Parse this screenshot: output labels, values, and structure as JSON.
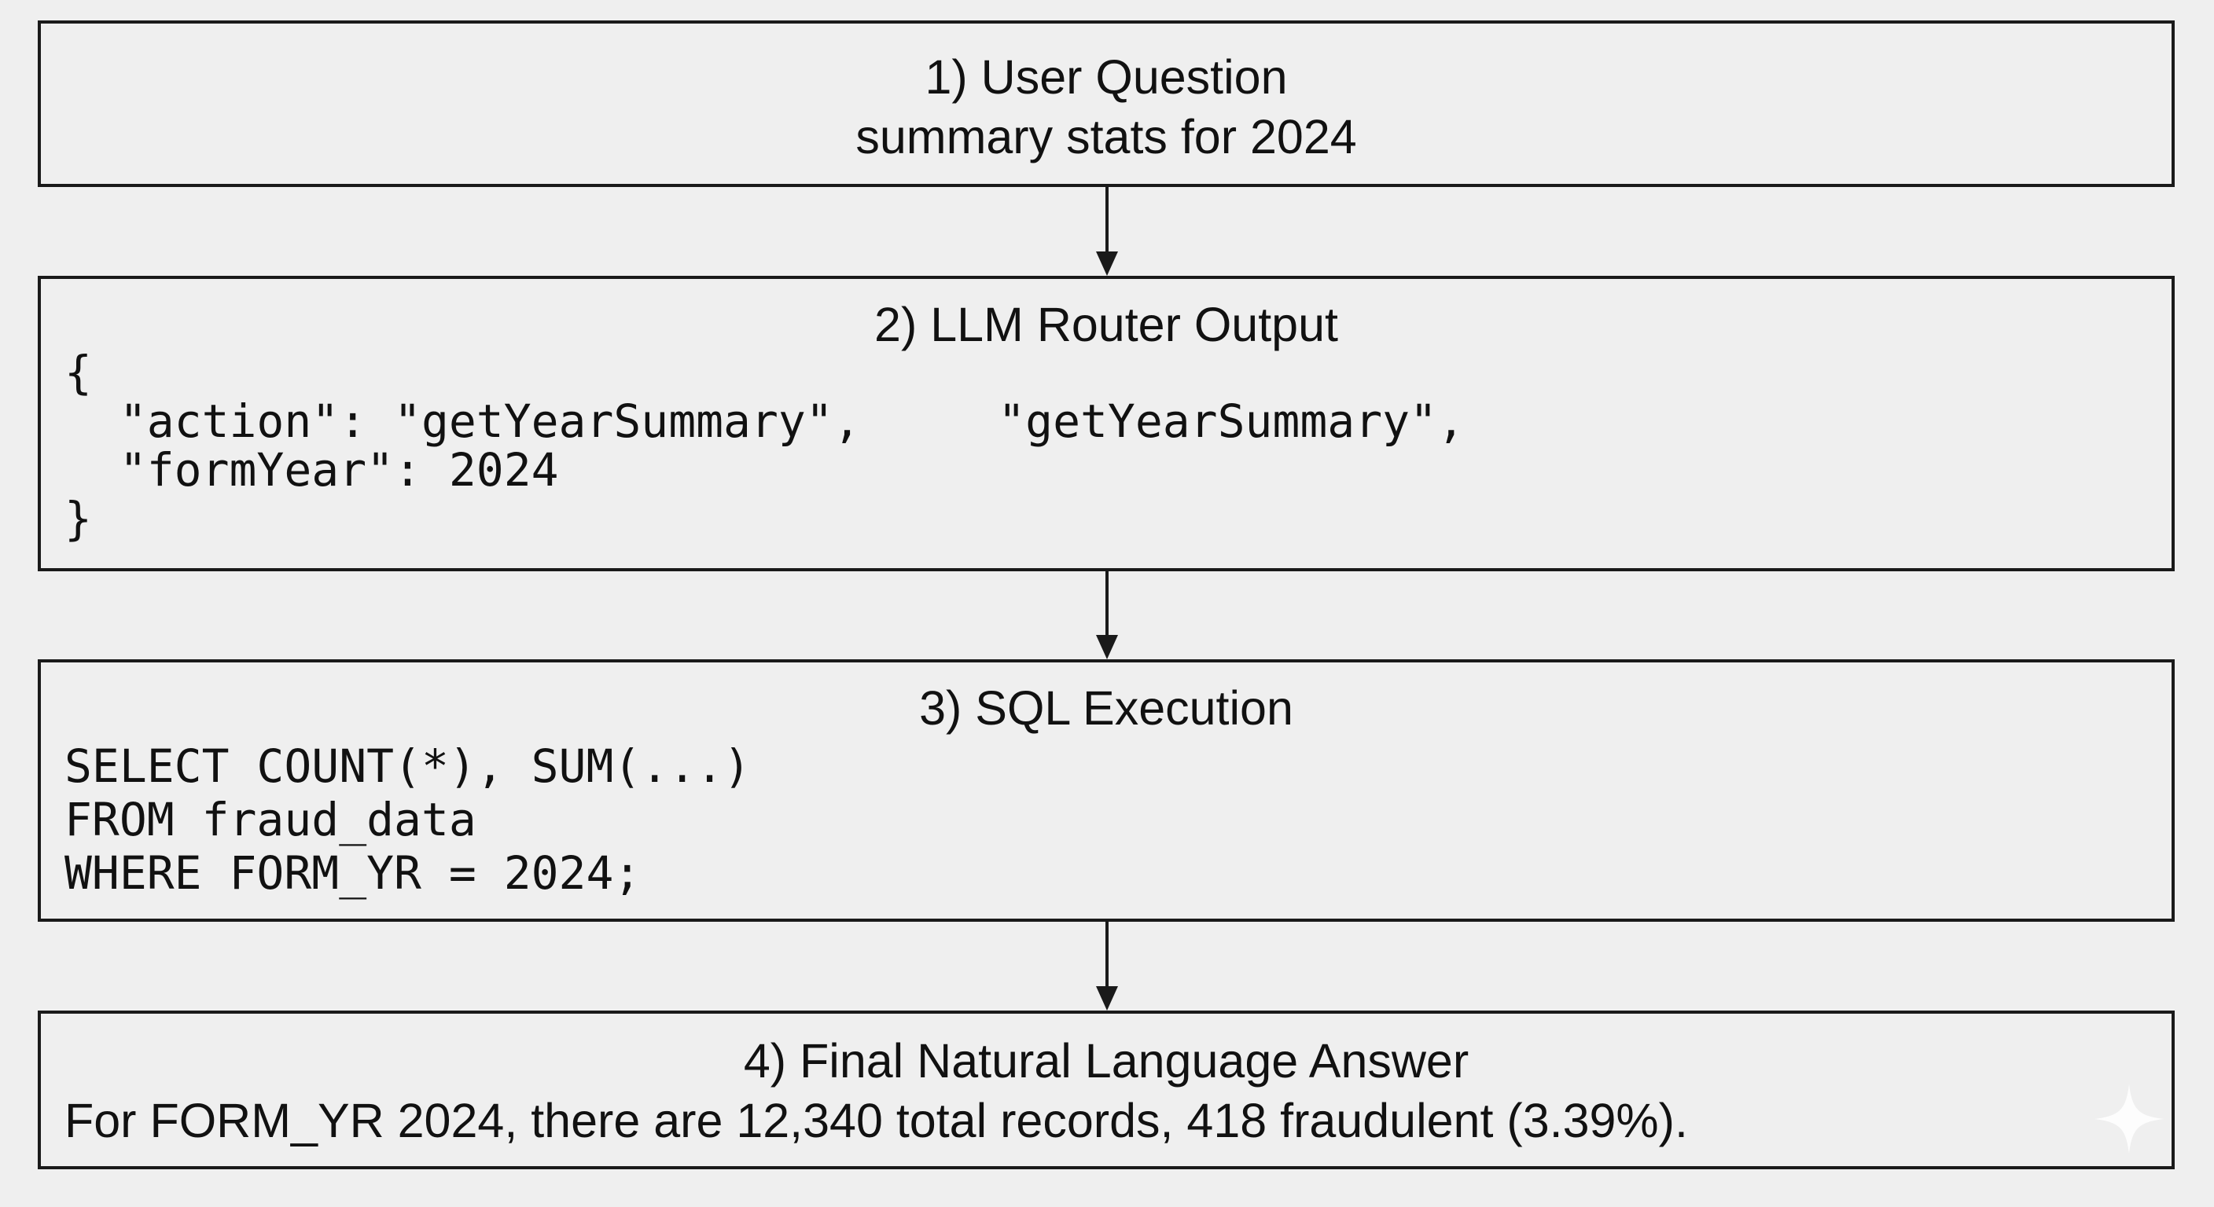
{
  "steps": [
    {
      "title": "1) User Question",
      "subtitle": "summary stats for 2024"
    },
    {
      "title": "2) LLM Router Output",
      "code_lines": [
        "{",
        "  \"action\": \"getYearSummary\",     \"getYearSummary\",",
        "  \"formYear\": 2024",
        "}"
      ]
    },
    {
      "title": "3) SQL Execution",
      "code_lines": [
        "SELECT COUNT(*), SUM(...)",
        "FROM fraud_data",
        "WHERE FORM_YR = 2024;"
      ]
    },
    {
      "title": "4) Final Natural Language Answer",
      "text": "For FORM_YR 2024, there are 12,340 total records, 418 fraudulent (3.39%)."
    }
  ],
  "colors": {
    "background": "#efefef",
    "border": "#1a1a1a",
    "text": "#111111"
  },
  "icons": {
    "arrow": "arrow-down-icon",
    "watermark": "sparkle-icon"
  }
}
